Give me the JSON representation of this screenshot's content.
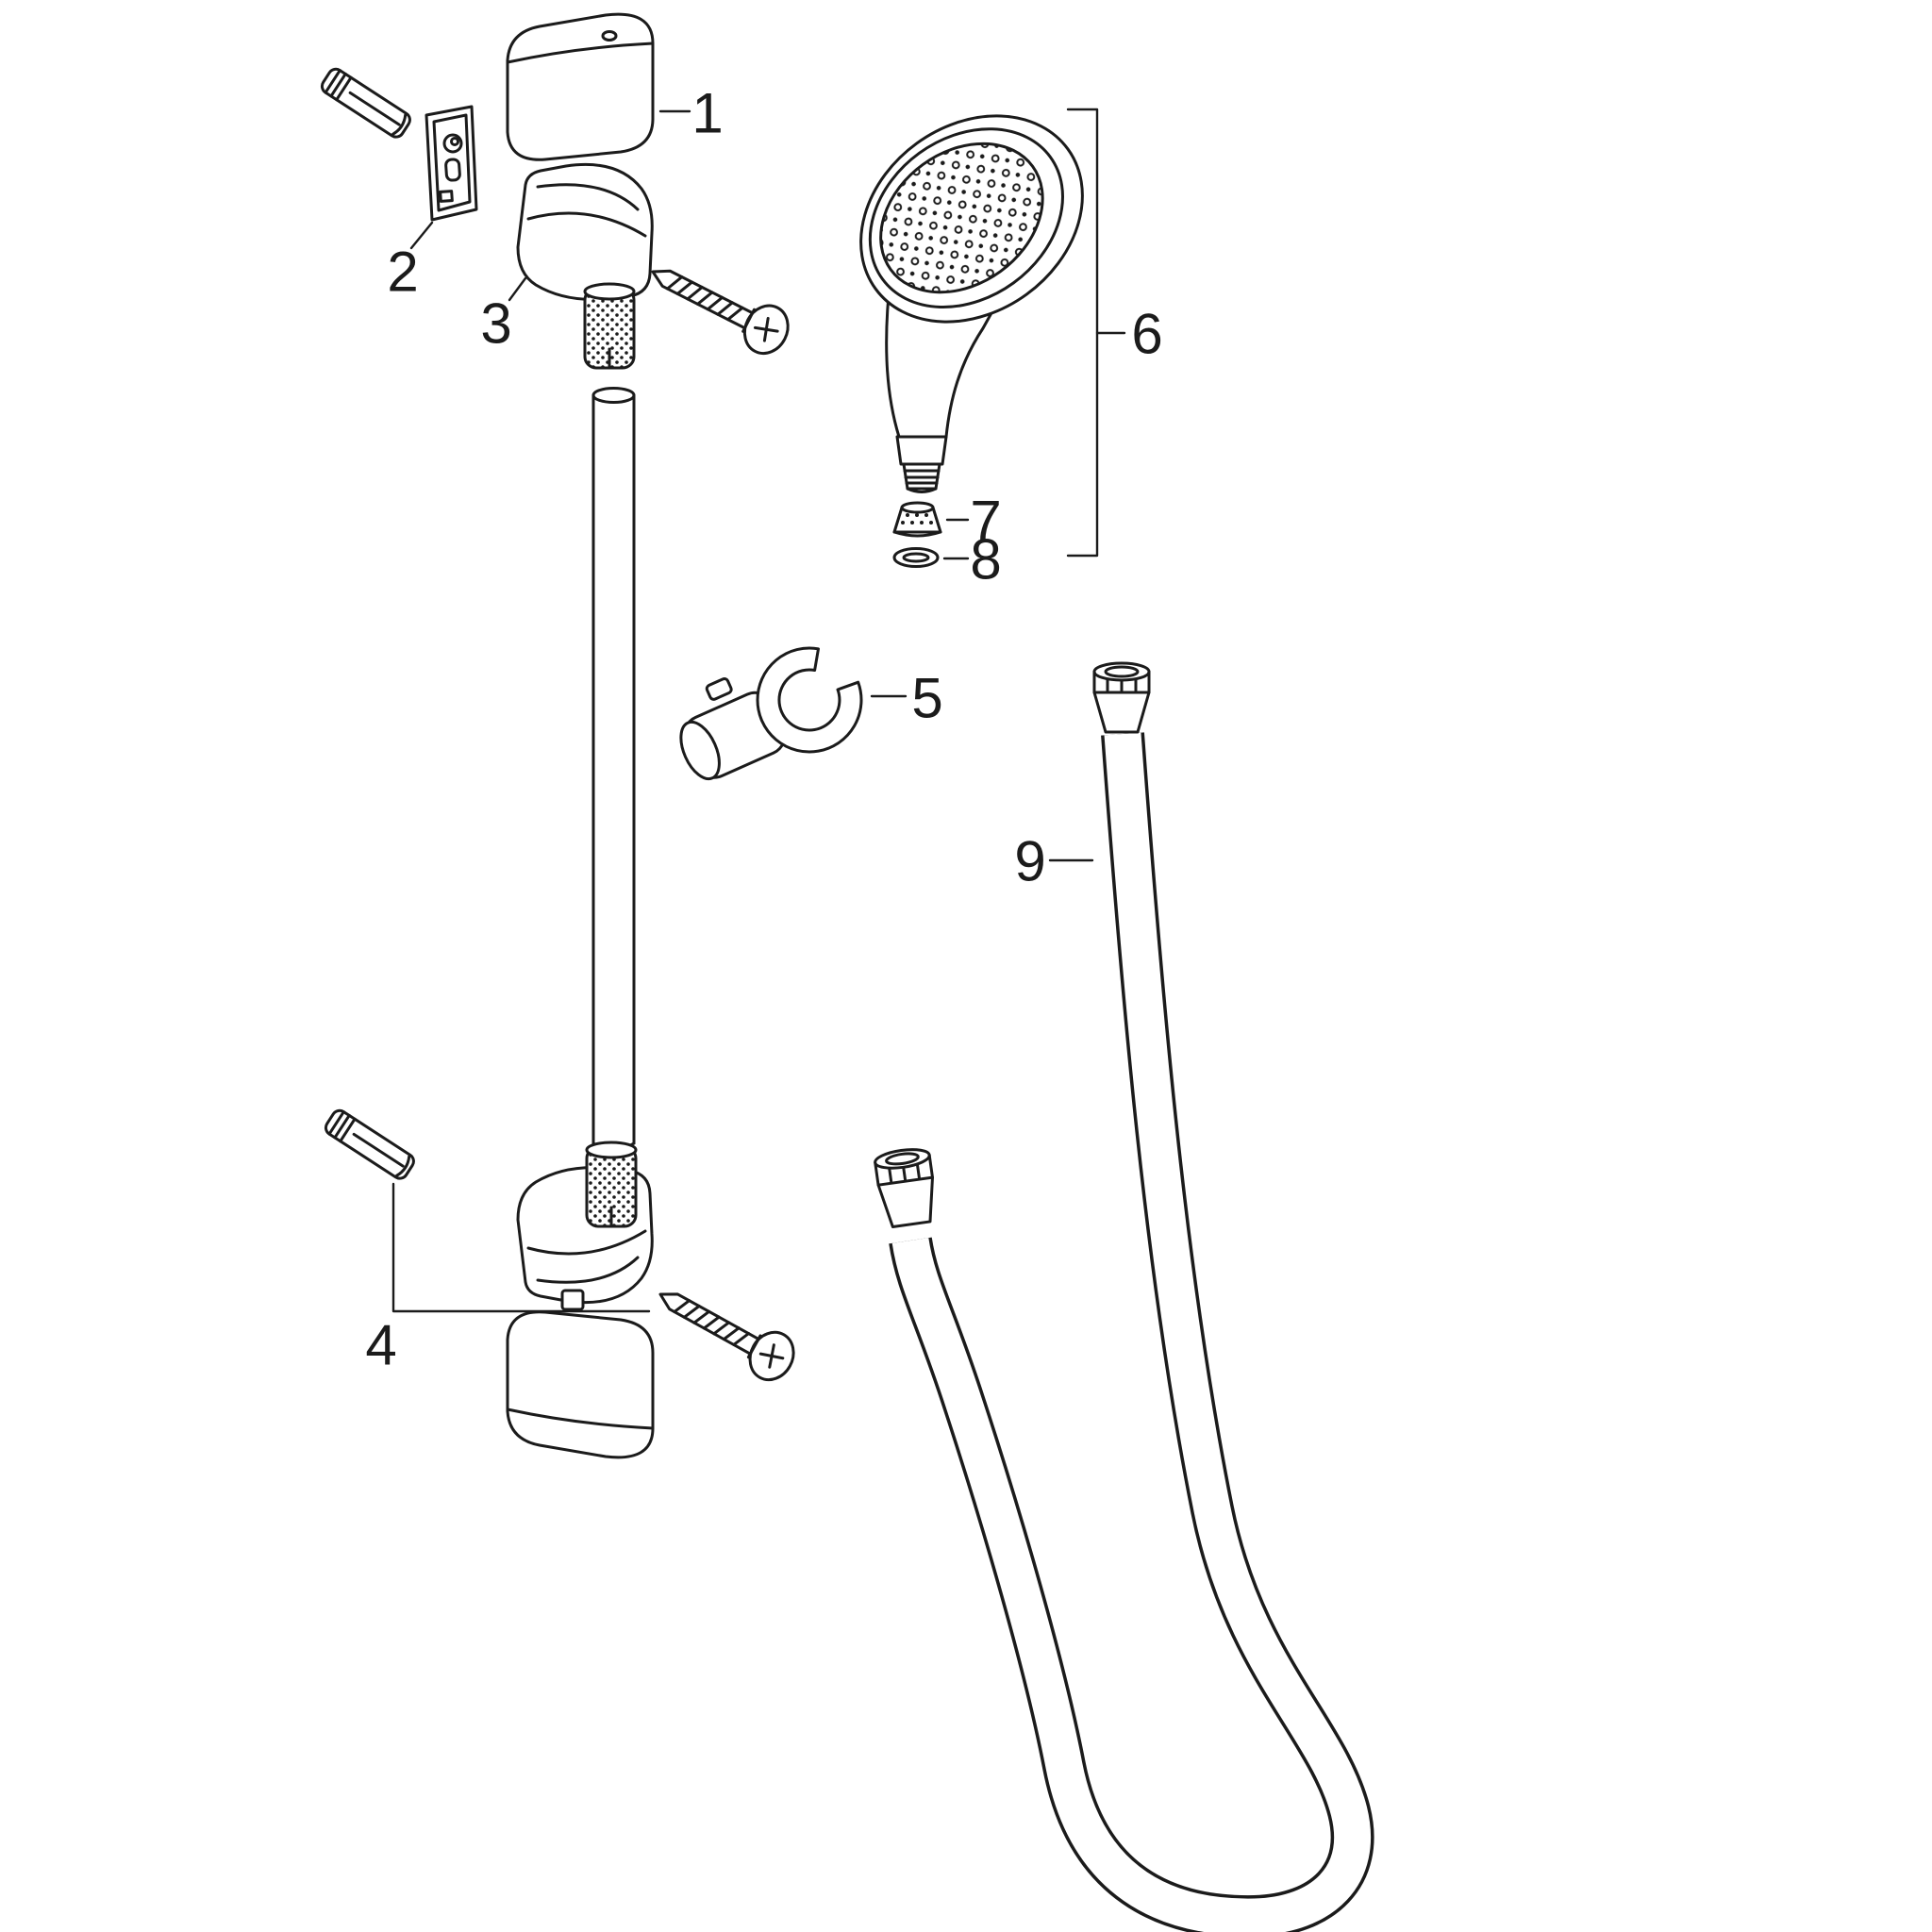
{
  "diagram": {
    "kind": "exploded-parts-diagram",
    "subject": "shower slide bar set with hand shower and hose",
    "background_color": "#ffffff",
    "line_color": "#1b1b1b",
    "callouts": [
      {
        "label": "1",
        "part": "cover-cap"
      },
      {
        "label": "2",
        "part": "mounting-plate"
      },
      {
        "label": "3",
        "part": "upper-wall-bracket-with-expansion-anchor"
      },
      {
        "label": "4",
        "part": "lower-mounting-set"
      },
      {
        "label": "5",
        "part": "shower-holder-slider"
      },
      {
        "label": "6",
        "part": "hand-shower"
      },
      {
        "label": "7",
        "part": "filter-insert"
      },
      {
        "label": "8",
        "part": "sealing-ring"
      },
      {
        "label": "9",
        "part": "shower-hose"
      }
    ]
  }
}
